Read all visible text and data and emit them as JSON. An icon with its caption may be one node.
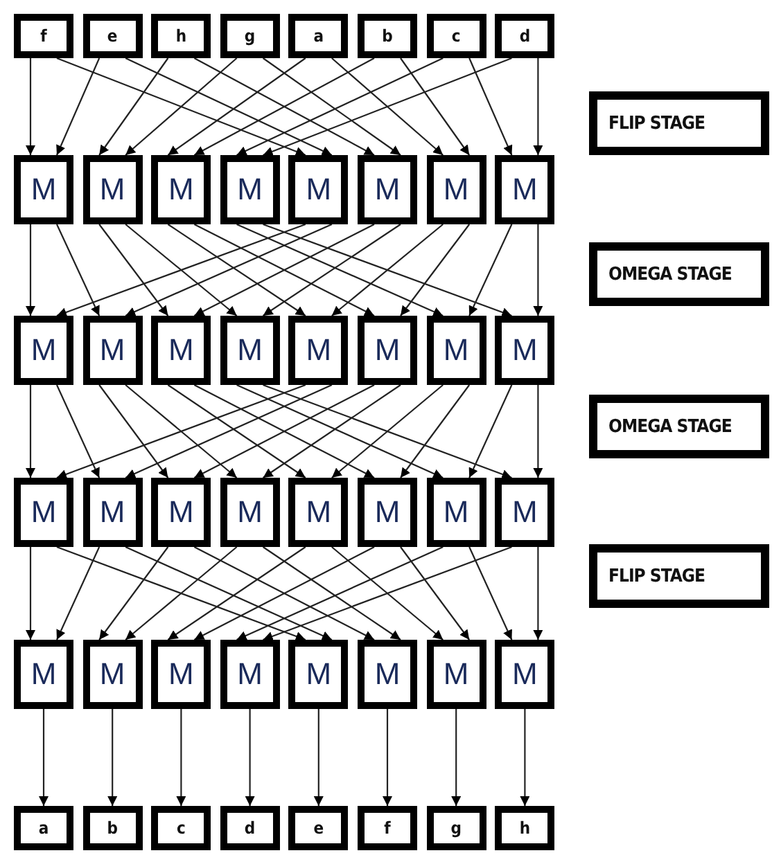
{
  "diagram": {
    "nodes": [
      {
        "text": [
          "f"
        ]
      },
      {
        "text": [
          "e"
        ]
      },
      {
        "text": [
          "h"
        ]
      },
      {
        "text": [
          "g"
        ]
      },
      {
        "text": [
          "a"
        ]
      },
      {
        "text": [
          "b"
        ]
      },
      {
        "text": [
          "c"
        ]
      },
      {
        "text": [
          "d"
        ]
      },
      {
        "text": [
          "M"
        ]
      },
      {
        "text": [
          "M"
        ]
      },
      {
        "text": [
          "M"
        ]
      },
      {
        "text": [
          "M"
        ]
      },
      {
        "text": [
          "M"
        ]
      },
      {
        "text": [
          "M"
        ]
      },
      {
        "text": [
          "M"
        ]
      },
      {
        "text": [
          "M"
        ]
      },
      {
        "text": [
          "M"
        ]
      },
      {
        "text": [
          "M"
        ]
      },
      {
        "text": [
          "M"
        ]
      },
      {
        "text": [
          "M"
        ]
      },
      {
        "text": [
          "M"
        ]
      },
      {
        "text": [
          "M"
        ]
      },
      {
        "text": [
          "M"
        ]
      },
      {
        "text": [
          "M"
        ]
      },
      {
        "text": [
          "M"
        ]
      },
      {
        "text": [
          "M"
        ]
      },
      {
        "text": [
          "M"
        ]
      },
      {
        "text": [
          "M"
        ]
      },
      {
        "text": [
          "M"
        ]
      },
      {
        "text": [
          "M"
        ]
      },
      {
        "text": [
          "M"
        ]
      },
      {
        "text": [
          "M"
        ]
      },
      {
        "text": [
          "M"
        ]
      },
      {
        "text": [
          "M"
        ]
      },
      {
        "text": [
          "M"
        ]
      },
      {
        "text": [
          "M"
        ]
      },
      {
        "text": [
          "M"
        ]
      },
      {
        "text": [
          "M"
        ]
      },
      {
        "text": [
          "M"
        ]
      },
      {
        "text": [
          "M"
        ]
      },
      {
        "text": [
          "a"
        ]
      },
      {
        "text": [
          "b"
        ]
      },
      {
        "text": [
          "c"
        ]
      },
      {
        "text": [
          "d"
        ]
      },
      {
        "text": [
          "e"
        ]
      },
      {
        "text": [
          "f"
        ]
      },
      {
        "text": [
          "g"
        ]
      },
      {
        "text": [
          "h"
        ]
      },
      {
        "text": [
          "FLIP STAGE"
        ]
      },
      {
        "text": [
          "OMEGA STAGE"
        ]
      },
      {
        "text": [
          "OMEGA STAGE"
        ]
      },
      {
        "text": [
          "FLIP STAGE"
        ]
      }
    ],
    "edges": [
      {
        "from": 0,
        "to": 8,
        "arrow": "to"
      },
      {
        "from": 0,
        "to": 12,
        "arrow": "to"
      },
      {
        "from": 1,
        "to": 8,
        "arrow": "to"
      },
      {
        "from": 1,
        "to": 12,
        "arrow": "to"
      },
      {
        "from": 2,
        "to": 9,
        "arrow": "to"
      },
      {
        "from": 2,
        "to": 13,
        "arrow": "to"
      },
      {
        "from": 3,
        "to": 9,
        "arrow": "to"
      },
      {
        "from": 3,
        "to": 13,
        "arrow": "to"
      },
      {
        "from": 4,
        "to": 10,
        "arrow": "to"
      },
      {
        "from": 4,
        "to": 14,
        "arrow": "to"
      },
      {
        "from": 5,
        "to": 10,
        "arrow": "to"
      },
      {
        "from": 5,
        "to": 14,
        "arrow": "to"
      },
      {
        "from": 6,
        "to": 11,
        "arrow": "to"
      },
      {
        "from": 6,
        "to": 15,
        "arrow": "to"
      },
      {
        "from": 7,
        "to": 11,
        "arrow": "to"
      },
      {
        "from": 7,
        "to": 15,
        "arrow": "to"
      },
      {
        "from": 8,
        "to": 16,
        "arrow": "to"
      },
      {
        "from": 8,
        "to": 17,
        "arrow": "to"
      },
      {
        "from": 9,
        "to": 18,
        "arrow": "to"
      },
      {
        "from": 9,
        "to": 19,
        "arrow": "to"
      },
      {
        "from": 10,
        "to": 20,
        "arrow": "to"
      },
      {
        "from": 10,
        "to": 21,
        "arrow": "to"
      },
      {
        "from": 11,
        "to": 22,
        "arrow": "to"
      },
      {
        "from": 11,
        "to": 23,
        "arrow": "to"
      },
      {
        "from": 12,
        "to": 16,
        "arrow": "to"
      },
      {
        "from": 12,
        "to": 17,
        "arrow": "to"
      },
      {
        "from": 13,
        "to": 18,
        "arrow": "to"
      },
      {
        "from": 13,
        "to": 19,
        "arrow": "to"
      },
      {
        "from": 14,
        "to": 20,
        "arrow": "to"
      },
      {
        "from": 14,
        "to": 21,
        "arrow": "to"
      },
      {
        "from": 15,
        "to": 22,
        "arrow": "to"
      },
      {
        "from": 15,
        "to": 23,
        "arrow": "to"
      },
      {
        "from": 16,
        "to": 24,
        "arrow": "to"
      },
      {
        "from": 16,
        "to": 25,
        "arrow": "to"
      },
      {
        "from": 17,
        "to": 26,
        "arrow": "to"
      },
      {
        "from": 17,
        "to": 27,
        "arrow": "to"
      },
      {
        "from": 18,
        "to": 28,
        "arrow": "to"
      },
      {
        "from": 18,
        "to": 29,
        "arrow": "to"
      },
      {
        "from": 19,
        "to": 30,
        "arrow": "to"
      },
      {
        "from": 19,
        "to": 31,
        "arrow": "to"
      },
      {
        "from": 20,
        "to": 24,
        "arrow": "to"
      },
      {
        "from": 20,
        "to": 25,
        "arrow": "to"
      },
      {
        "from": 21,
        "to": 26,
        "arrow": "to"
      },
      {
        "from": 21,
        "to": 27,
        "arrow": "to"
      },
      {
        "from": 22,
        "to": 28,
        "arrow": "to"
      },
      {
        "from": 22,
        "to": 29,
        "arrow": "to"
      },
      {
        "from": 23,
        "to": 30,
        "arrow": "to"
      },
      {
        "from": 23,
        "to": 31,
        "arrow": "to"
      },
      {
        "from": 24,
        "to": 32,
        "arrow": "to"
      },
      {
        "from": 24,
        "to": 36,
        "arrow": "to"
      },
      {
        "from": 25,
        "to": 32,
        "arrow": "to"
      },
      {
        "from": 25,
        "to": 36,
        "arrow": "to"
      },
      {
        "from": 26,
        "to": 33,
        "arrow": "to"
      },
      {
        "from": 26,
        "to": 37,
        "arrow": "to"
      },
      {
        "from": 27,
        "to": 33,
        "arrow": "to"
      },
      {
        "from": 27,
        "to": 37,
        "arrow": "to"
      },
      {
        "from": 28,
        "to": 34,
        "arrow": "to"
      },
      {
        "from": 28,
        "to": 38,
        "arrow": "to"
      },
      {
        "from": 29,
        "to": 34,
        "arrow": "to"
      },
      {
        "from": 29,
        "to": 38,
        "arrow": "to"
      },
      {
        "from": 30,
        "to": 35,
        "arrow": "to"
      },
      {
        "from": 30,
        "to": 39,
        "arrow": "to"
      },
      {
        "from": 31,
        "to": 35,
        "arrow": "to"
      },
      {
        "from": 31,
        "to": 39,
        "arrow": "to"
      },
      {
        "from": 32,
        "to": 40,
        "arrow": "to"
      },
      {
        "from": 33,
        "to": 41,
        "arrow": "to"
      },
      {
        "from": 34,
        "to": 42,
        "arrow": "to"
      },
      {
        "from": 35,
        "to": 43,
        "arrow": "to"
      },
      {
        "from": 36,
        "to": 44,
        "arrow": "to"
      },
      {
        "from": 37,
        "to": 45,
        "arrow": "to"
      },
      {
        "from": 38,
        "to": 46,
        "arrow": "to"
      },
      {
        "from": 39,
        "to": 47,
        "arrow": "to"
      }
    ]
  }
}
